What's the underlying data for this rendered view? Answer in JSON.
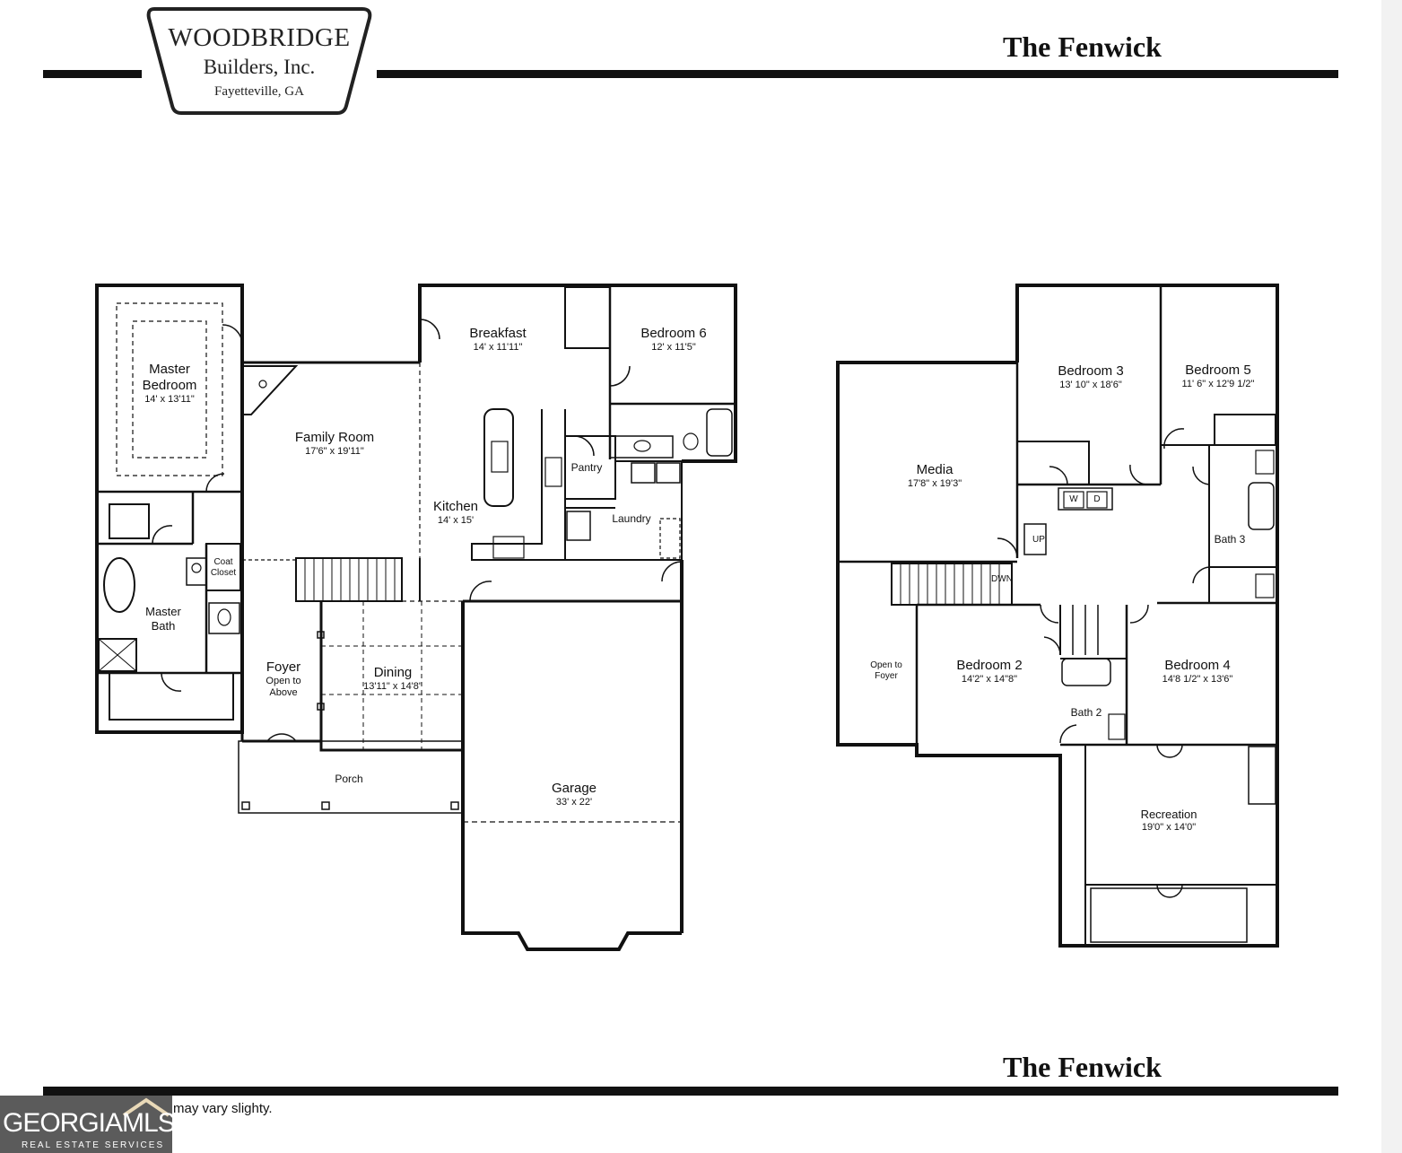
{
  "logo": {
    "line1": "WOODBRIDGE",
    "line2": "Builders, Inc.",
    "line3": "Fayetteville, GA"
  },
  "plan_title_top": "The Fenwick",
  "plan_title_bottom": "The Fenwick",
  "disclaimer": "may vary slighty.",
  "watermark": {
    "name": "GEORGIAMLS",
    "sub": "REAL ESTATE SERVICES"
  },
  "first_floor": {
    "master_bedroom": {
      "name": "Master Bedroom",
      "size": "14' x 13'11\""
    },
    "family_room": {
      "name": "Family Room",
      "size": "17'6\" x 19'11\""
    },
    "breakfast": {
      "name": "Breakfast",
      "size": "14' x 11'11\""
    },
    "bedroom6": {
      "name": "Bedroom 6",
      "size": "12' x 11'5\""
    },
    "kitchen": {
      "name": "Kitchen",
      "size": "14' x 15'"
    },
    "pantry": {
      "name": "Pantry"
    },
    "laundry": {
      "name": "Laundry"
    },
    "coat_closet": {
      "name": "Coat Closet"
    },
    "master_bath": {
      "name": "Master Bath"
    },
    "foyer": {
      "name": "Foyer",
      "note": "Open to Above"
    },
    "dining": {
      "name": "Dining",
      "size": "13'11\" x 14'8\""
    },
    "porch": {
      "name": "Porch"
    },
    "garage": {
      "name": "Garage",
      "size": "33' x 22'"
    }
  },
  "second_floor": {
    "media": {
      "name": "Media",
      "size": "17'8\" x 19'3\""
    },
    "bedroom3": {
      "name": "Bedroom 3",
      "size": "13' 10\" x 18'6\""
    },
    "bedroom5": {
      "name": "Bedroom 5",
      "size": "11' 6\" x 12'9 1/2\""
    },
    "bath3": {
      "name": "Bath 3"
    },
    "open_to_foyer": {
      "name": "Open to Foyer"
    },
    "bedroom2": {
      "name": "Bedroom 2",
      "size": "14'2\" x 14\"8\""
    },
    "bedroom4": {
      "name": "Bedroom 4",
      "size": "14'8 1/2\" x 13'6\""
    },
    "bath2": {
      "name": "Bath 2"
    },
    "recreation": {
      "name": "Recreation",
      "size": "19'0\" x 14'0\""
    },
    "washer": "W",
    "dryer": "D",
    "stair_up": "UP",
    "stair_down": "DWN"
  }
}
